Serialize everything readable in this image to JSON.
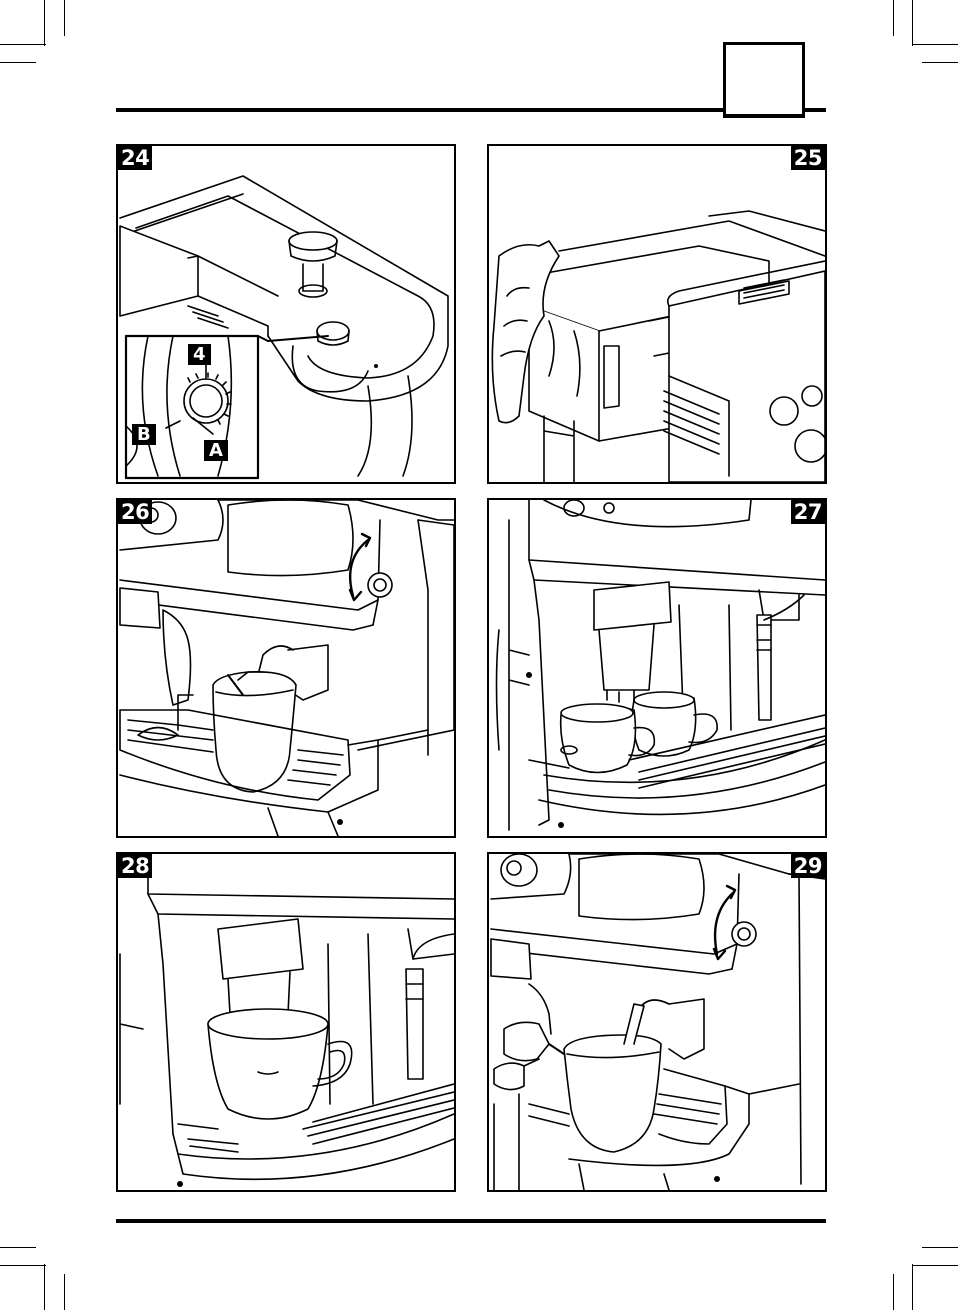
{
  "header": {
    "page_tab": ""
  },
  "figures": [
    {
      "id": "fig-24",
      "number": "24",
      "callouts": [
        "4",
        "B",
        "A"
      ]
    },
    {
      "id": "fig-25",
      "number": "25"
    },
    {
      "id": "fig-26",
      "number": "26"
    },
    {
      "id": "fig-27",
      "number": "27"
    },
    {
      "id": "fig-28",
      "number": "28"
    },
    {
      "id": "fig-29",
      "number": "29"
    }
  ],
  "colors": {
    "ink": "#000000",
    "paper": "#ffffff",
    "shade": "#cfcfcf"
  }
}
